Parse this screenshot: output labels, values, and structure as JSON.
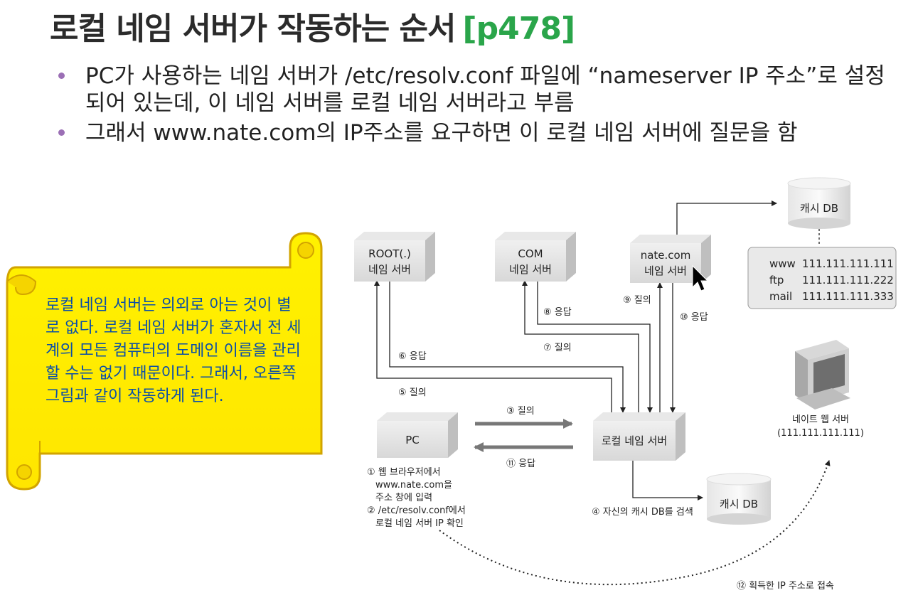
{
  "slide": {
    "title": "로컬 네임 서버가 작동하는 순서",
    "page_ref": "[p478]",
    "bullets": [
      "PC가 사용하는 네임 서버가 /etc/resolv.conf 파일에 “nameserver IP 주소”로 설정되어 있는데, 이 네임 서버를 로컬 네임 서버라고 부름",
      "그래서 www.nate.com의 IP주소를 요구하면 이 로컬 네임 서버에 질문을 함"
    ]
  },
  "callout": {
    "text": "로컬 네임 서버는 의외로 아는 것이 별로 없다. 로컬 네임 서버가 혼자서 전 세계의 모든 컴퓨터의 도메인 이름을 관리할 수는 없기 때문이다. 그래서, 오른쪽 그림과 같이 작동하게 된다."
  },
  "diagram": {
    "root_server": {
      "line1": "ROOT(.)",
      "line2": "네임 서버"
    },
    "com_server": {
      "line1": "COM",
      "line2": "네임 서버"
    },
    "nate_server": {
      "line1": "nate.com",
      "line2": "네임 서버"
    },
    "pc": "PC",
    "local_server": "로컬 네임 서버",
    "cache_db_top": "캐시 DB",
    "cache_db_bottom": "캐시 DB",
    "dns_records": [
      {
        "name": "www",
        "ip": "111.111.111.111"
      },
      {
        "name": "ftp",
        "ip": "111.111.111.222"
      },
      {
        "name": "mail",
        "ip": "111.111.111.333"
      }
    ],
    "web_server": {
      "line1": "네이트 웹 서버",
      "line2": "(111.111.111.111)"
    },
    "steps": {
      "s1a": "① 웹 브라우저에서",
      "s1b": "www.nate.com을",
      "s1c": "주소 창에 입력",
      "s2a": "② /etc/resolv.conf에서",
      "s2b": "로컬 네임 서버 IP 확인",
      "s3": "③ 질의",
      "s4": "④ 자신의 캐시 DB를 검색",
      "s5": "⑤ 질의",
      "s6": "⑥ 응답",
      "s7": "⑦ 질의",
      "s8": "⑧ 응답",
      "s9": "⑨ 질의",
      "s10": "⑩ 응답",
      "s11": "⑪ 응답",
      "s12": "⑫ 획득한 IP 주소로 접속"
    }
  }
}
